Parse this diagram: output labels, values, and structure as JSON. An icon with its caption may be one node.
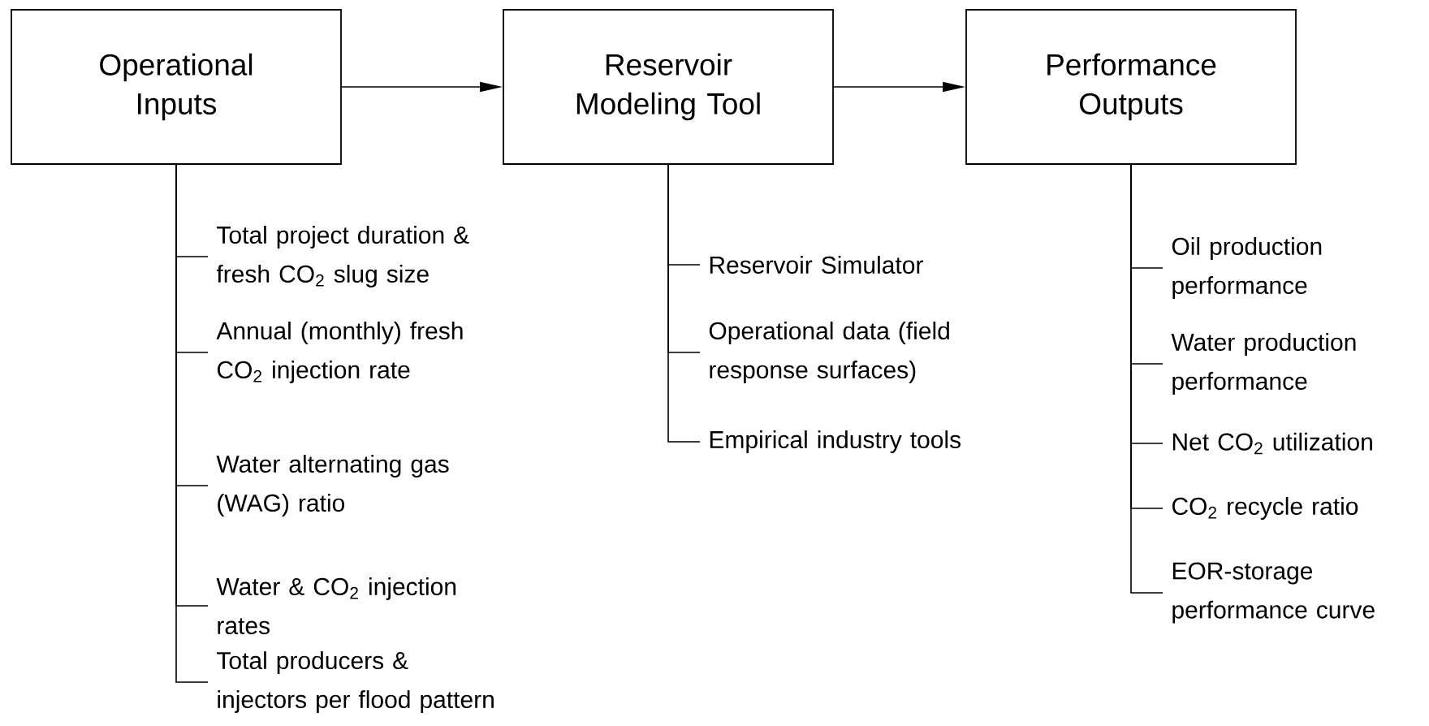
{
  "diagram": {
    "nodes": [
      {
        "text": [
          "Operational Inputs"
        ]
      },
      {
        "text": [
          "Reservoir Modeling Tool"
        ]
      },
      {
        "text": [
          "Performance Outputs"
        ]
      },
      {
        "text": [
          "Total project duration & fresh CO$_{2}$ slug size"
        ]
      },
      {
        "text": [
          "Annual (monthly) fresh CO$_{2}$ injection rate"
        ]
      },
      {
        "text": [
          "Water alternating gas (WAG) ratio"
        ]
      },
      {
        "text": [
          "Water & CO$_{2}$ injection rates"
        ]
      },
      {
        "text": [
          "Total producers & injectors per flood pattern"
        ]
      },
      {
        "text": [
          "Reservoir Simulator"
        ]
      },
      {
        "text": [
          "Operational data (field response surfaces)"
        ]
      },
      {
        "text": [
          "Empirical industry tools"
        ]
      },
      {
        "text": [
          "Oil production performance"
        ]
      },
      {
        "text": [
          "Water production performance"
        ]
      },
      {
        "text": [
          "Net CO$_{2}$ utilization"
        ]
      },
      {
        "text": [
          "CO$_{2}$ recycle ratio"
        ]
      },
      {
        "text": [
          "EOR-storage performance curve"
        ]
      }
    ],
    "edges": [
      {
        "from": 0,
        "to": 1,
        "arrow": "to"
      },
      {
        "from": 1,
        "to": 2,
        "arrow": "to"
      },
      {
        "from": 0,
        "to": 3,
        "arrow": "none"
      },
      {
        "from": 0,
        "to": 4,
        "arrow": "none"
      },
      {
        "from": 0,
        "to": 5,
        "arrow": "none"
      },
      {
        "from": 0,
        "to": 6,
        "arrow": "none"
      },
      {
        "from": 0,
        "to": 7,
        "arrow": "none"
      },
      {
        "from": 1,
        "to": 8,
        "arrow": "none"
      },
      {
        "from": 1,
        "to": 9,
        "arrow": "none"
      },
      {
        "from": 1,
        "to": 10,
        "arrow": "none"
      },
      {
        "from": 2,
        "to": 11,
        "arrow": "none"
      },
      {
        "from": 2,
        "to": 12,
        "arrow": "none"
      },
      {
        "from": 2,
        "to": 13,
        "arrow": "none"
      },
      {
        "from": 2,
        "to": 14,
        "arrow": "none"
      },
      {
        "from": 2,
        "to": 15,
        "arrow": "none"
      }
    ]
  }
}
